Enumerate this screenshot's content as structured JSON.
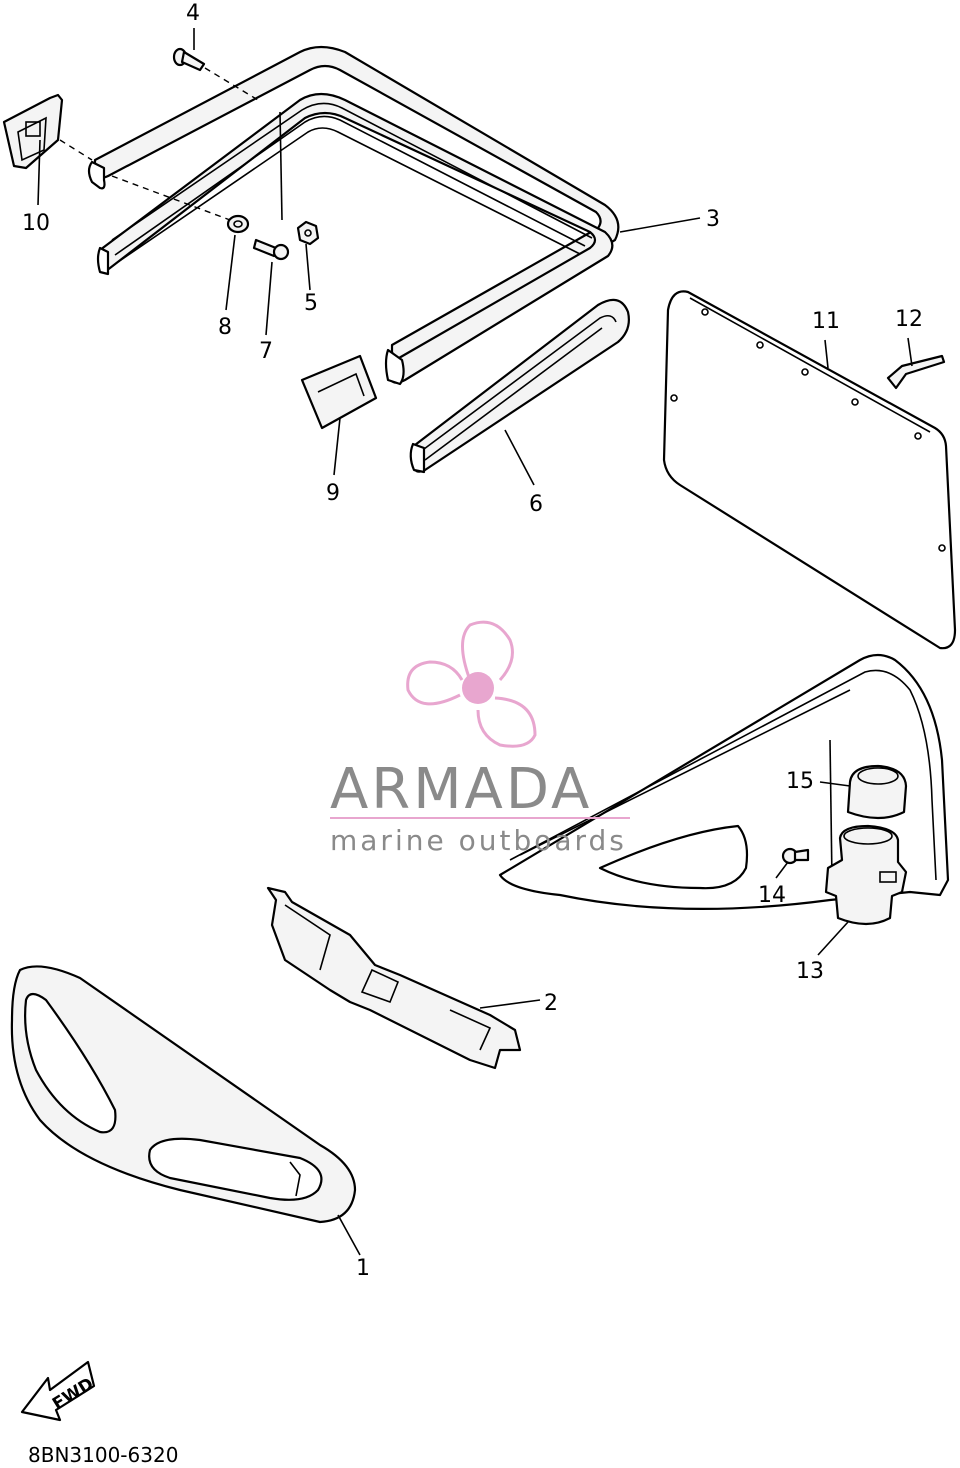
{
  "callouts": [
    {
      "id": "1",
      "label": "1"
    },
    {
      "id": "2",
      "label": "2"
    },
    {
      "id": "3",
      "label": "3"
    },
    {
      "id": "4",
      "label": "4"
    },
    {
      "id": "5",
      "label": "5"
    },
    {
      "id": "6",
      "label": "6"
    },
    {
      "id": "7",
      "label": "7"
    },
    {
      "id": "8",
      "label": "8"
    },
    {
      "id": "9",
      "label": "9"
    },
    {
      "id": "10",
      "label": "10"
    },
    {
      "id": "11",
      "label": "11"
    },
    {
      "id": "12",
      "label": "12"
    },
    {
      "id": "13",
      "label": "13"
    },
    {
      "id": "14",
      "label": "14"
    },
    {
      "id": "15",
      "label": "15"
    }
  ],
  "direction_arrow": {
    "label": "FWD",
    "icon": "forward-arrow-icon"
  },
  "diagram_code": "8BN3100-6320",
  "watermark": {
    "name": "ARMADA",
    "tagline": "marine outboards",
    "icon": "propeller-logo-icon",
    "accent_color": "#e8a6cf",
    "text_color": "#8a8a8a"
  }
}
